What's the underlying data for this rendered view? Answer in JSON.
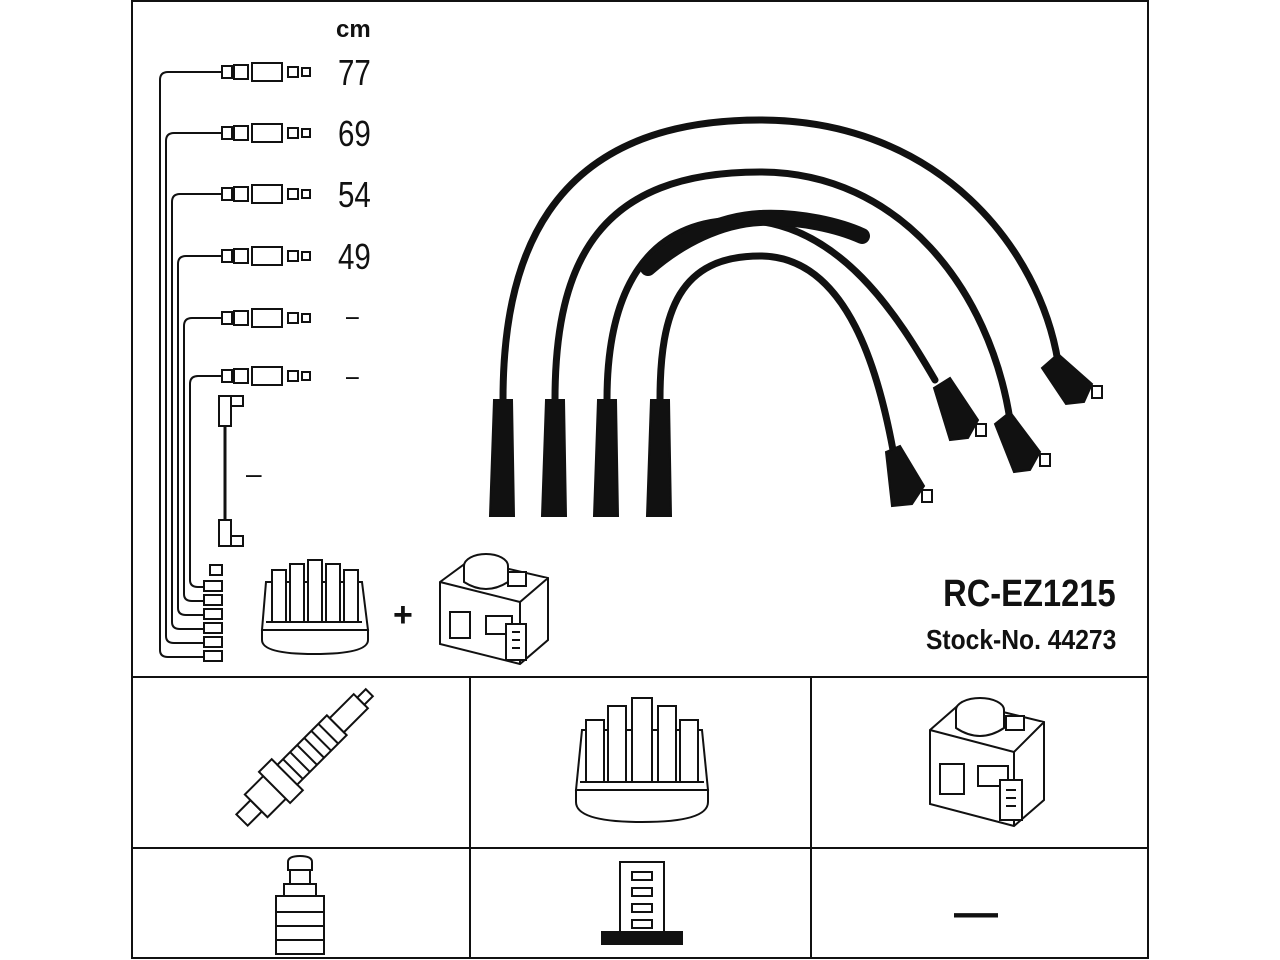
{
  "diagram": {
    "part_number": "RC-EZ1215",
    "stock_number": "Stock-No. 44273",
    "unit": "cm",
    "plus": "+",
    "cable_lengths": [
      "77",
      "69",
      "54",
      "49",
      "–",
      "–"
    ],
    "coil_lead_length": "–",
    "accessory_labels": {
      "insulator": "—"
    },
    "colors": {
      "line": "#111111",
      "background": "#ffffff"
    },
    "icons": {
      "cable_set": "ignition-cable-set-icon",
      "spark_plug": "spark-plug-icon",
      "distributor_cap": "distributor-cap-icon",
      "ignition_coil": "ignition-coil-icon",
      "plug_connector": "spark-plug-connector-icon",
      "cap_connector": "distributor-cap-connector-icon"
    }
  }
}
